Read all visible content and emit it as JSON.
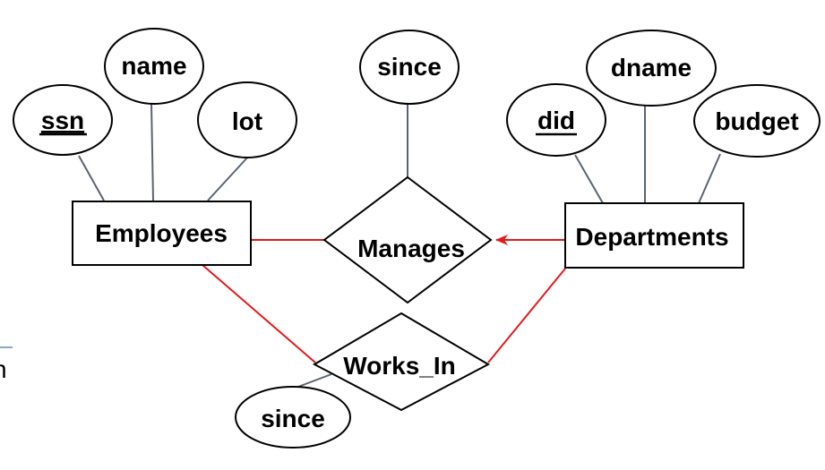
{
  "diagram": {
    "entities": [
      {
        "id": "employees",
        "label": "Employees"
      },
      {
        "id": "departments",
        "label": "Departments"
      }
    ],
    "relationships": [
      {
        "id": "manages",
        "label": "Manages"
      },
      {
        "id": "works_in",
        "label": "Works_In"
      }
    ],
    "attributes": [
      {
        "id": "emp-ssn",
        "label": "ssn",
        "key": true,
        "of": "employees"
      },
      {
        "id": "emp-name",
        "label": "name",
        "key": false,
        "of": "employees"
      },
      {
        "id": "emp-lot",
        "label": "lot",
        "key": false,
        "of": "employees"
      },
      {
        "id": "manages-since",
        "label": "since",
        "key": false,
        "of": "manages"
      },
      {
        "id": "dept-did",
        "label": "did",
        "key": true,
        "of": "departments"
      },
      {
        "id": "dept-dname",
        "label": "dname",
        "key": false,
        "of": "departments"
      },
      {
        "id": "dept-budget",
        "label": "budget",
        "key": false,
        "of": "departments"
      },
      {
        "id": "worksin-since",
        "label": "since",
        "key": false,
        "of": "works_in"
      }
    ],
    "edges": [
      {
        "from": "employees",
        "to": "manages",
        "color": "#e31a1c",
        "arrow": false
      },
      {
        "from": "departments",
        "to": "manages",
        "color": "#e31a1c",
        "arrow": true
      },
      {
        "from": "employees",
        "to": "works_in",
        "color": "#e31a1c",
        "arrow": false
      },
      {
        "from": "departments",
        "to": "works_in",
        "color": "#e31a1c",
        "arrow": false
      }
    ],
    "stray_text": "n",
    "colors": {
      "participation_edge": "#e31a1c",
      "attribute_edge": "#5a6472",
      "outline": "#000000"
    }
  }
}
